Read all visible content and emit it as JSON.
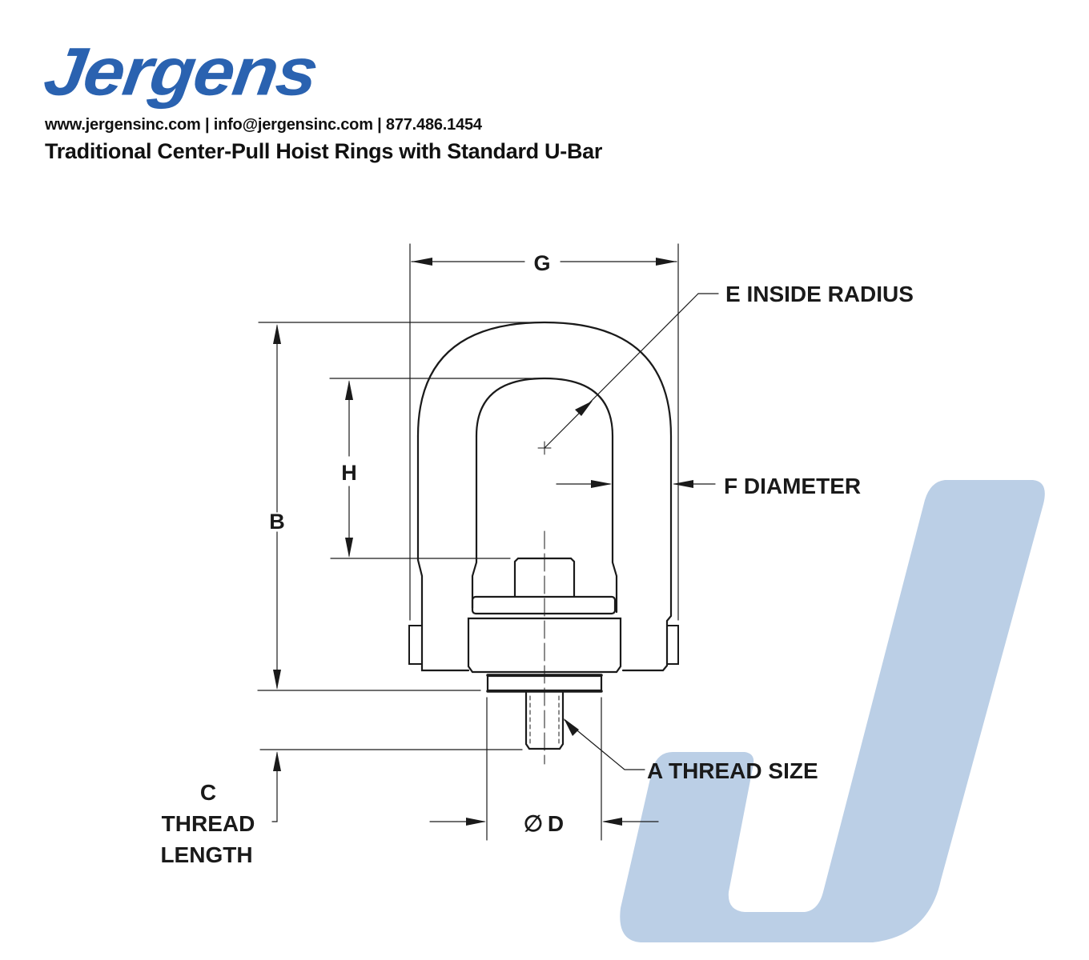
{
  "brand": {
    "logo_text": "Jergens",
    "logo_color": "#2A62B0",
    "watermark_color": "#BBCFE6"
  },
  "header": {
    "contact_line": "www.jergensinc.com | info@jergensinc.com | 877.486.1454",
    "title": "Traditional Center-Pull Hoist Rings with Standard U-Bar"
  },
  "diagram": {
    "subject": "Center-pull hoist ring with U-bar, dimensioned drawing",
    "labels": {
      "g": "G",
      "e": "E INSIDE RADIUS",
      "f": "F DIAMETER",
      "h": "H",
      "b": "B",
      "a": "A THREAD SIZE",
      "c_letter": "C",
      "c_line1": "THREAD",
      "c_line2": "LENGTH",
      "d_symbol": "∅",
      "d": "D"
    }
  }
}
